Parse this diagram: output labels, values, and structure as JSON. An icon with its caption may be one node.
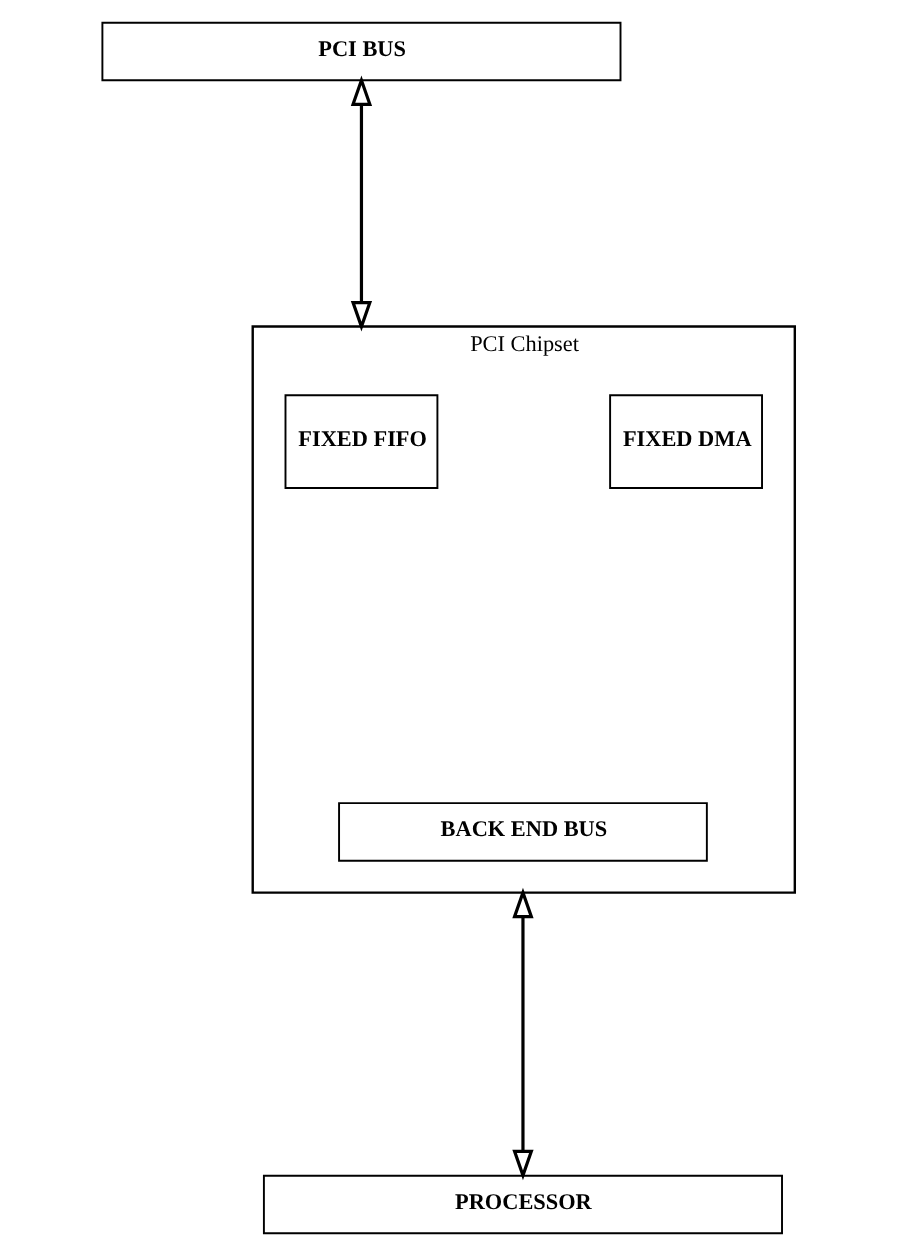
{
  "diagram": {
    "nodes": [
      {
        "text": [
          "PCI BUS"
        ]
      },
      {
        "text": [
          "PCI Chipset"
        ]
      },
      {
        "text": [
          "FIXED FIFO"
        ],
        "in": 1
      },
      {
        "text": [
          "FIXED DMA"
        ],
        "in": 1
      },
      {
        "text": [
          "BACK END BUS"
        ],
        "in": 1
      },
      {
        "text": [
          "PROCESSOR"
        ]
      }
    ],
    "edges": [
      {
        "from": 0,
        "to": 1,
        "arrow": "both"
      },
      {
        "from": 1,
        "to": 5,
        "arrow": "both"
      }
    ]
  }
}
